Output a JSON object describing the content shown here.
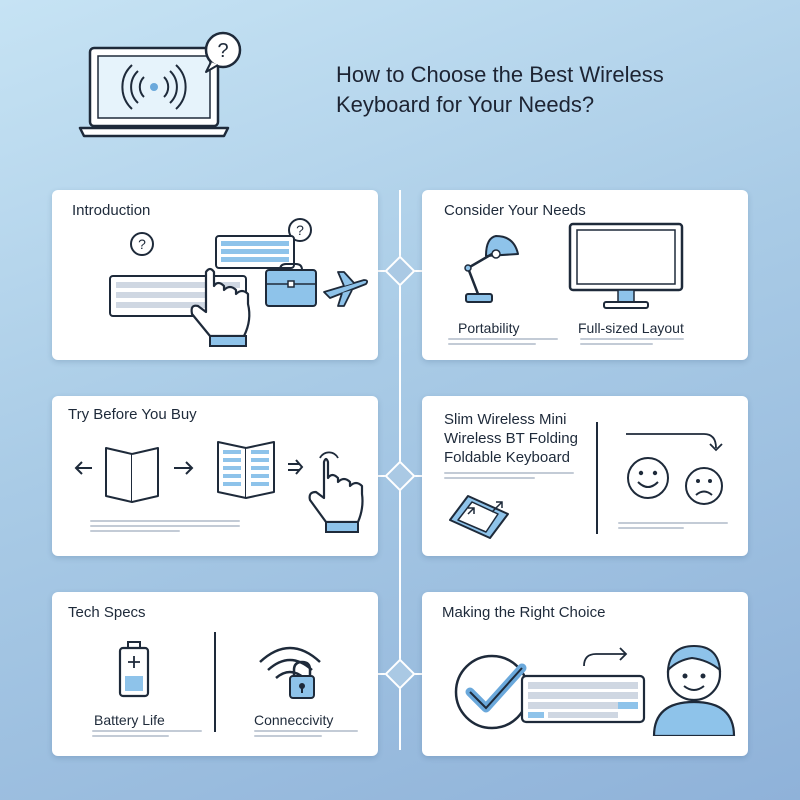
{
  "page": {
    "title": "How to Choose the Best Wireless Keyboard for Your Needs?"
  },
  "cards": {
    "introduction": {
      "title": "Introduction"
    },
    "consider_needs": {
      "title": "Consider Your Needs",
      "label_left": "Portability",
      "label_right": "Full-sized Layout"
    },
    "try_before": {
      "title": "Try Before You Buy"
    },
    "slim": {
      "title_line1": "Slim Wireless Mini",
      "title_line2": "Wireless BT Folding",
      "title_line3": "Foldable Keyboard"
    },
    "tech_specs": {
      "title": "Tech Specs",
      "label_left": "Battery Life",
      "label_right": "Conneccivity"
    },
    "right_choice": {
      "title": "Making the Right Choice"
    }
  },
  "colors": {
    "accent": "#8ec3ea",
    "ink": "#1e2a3a",
    "background": "#a9cbe6"
  },
  "icons": [
    "laptop-wireless-icon",
    "question-bubble-icon",
    "keyboard-icon",
    "pointing-hand-icon",
    "briefcase-icon",
    "airplane-icon",
    "desk-lamp-icon",
    "monitor-icon",
    "open-book-icon",
    "arrow-left-icon",
    "arrow-right-icon",
    "folding-keyboard-icon",
    "tapping-hand-icon",
    "foldable-tablet-icon",
    "happy-face-icon",
    "sad-face-icon",
    "battery-icon",
    "wifi-lock-icon",
    "checkmark-circle-icon",
    "user-avatar-icon"
  ]
}
